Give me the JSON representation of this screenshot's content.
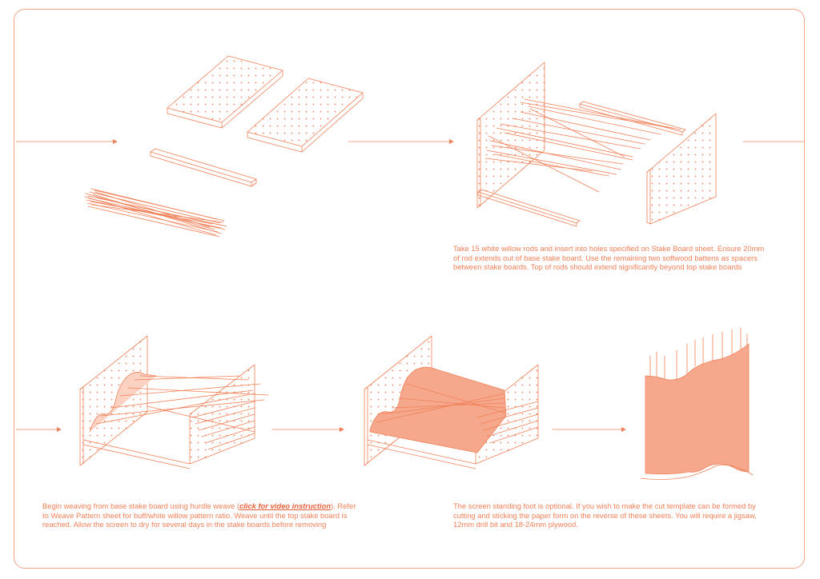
{
  "colors": {
    "accent": "#f08058",
    "accent_dark": "#e8603a",
    "border": "#f2a58a"
  },
  "captions": {
    "step2": {
      "lines": [
        "Take 15 white willow rods and insert into holes specified on Stake Board sheet. Ensure 20mm",
        "of rod extends out of base stake board. Use the remaining two softwood battens as spacers",
        "between stake boards. Top of rods should extend significantly beyond top stake boards"
      ]
    },
    "step3": {
      "line1_pre": "Begin weaving from base stake board using hurdle weave (",
      "link": "click for video instruction",
      "line1_post": "). Refer",
      "line2": "to Weave Pattern sheet for buff/white willow pattern ratio. Weave until the top stake board is",
      "line3": "reached. Allow the screen to dry for several days in the stake boards before removing"
    },
    "step5": {
      "lines": [
        "The screen standing foot is optional. If you wish to make the cut template can be formed by",
        "cutting and sticking the paper form on the reverse of these sheets. You will require a jigsaw,",
        "12mm drill bit and 18-24mm plywood."
      ]
    }
  }
}
